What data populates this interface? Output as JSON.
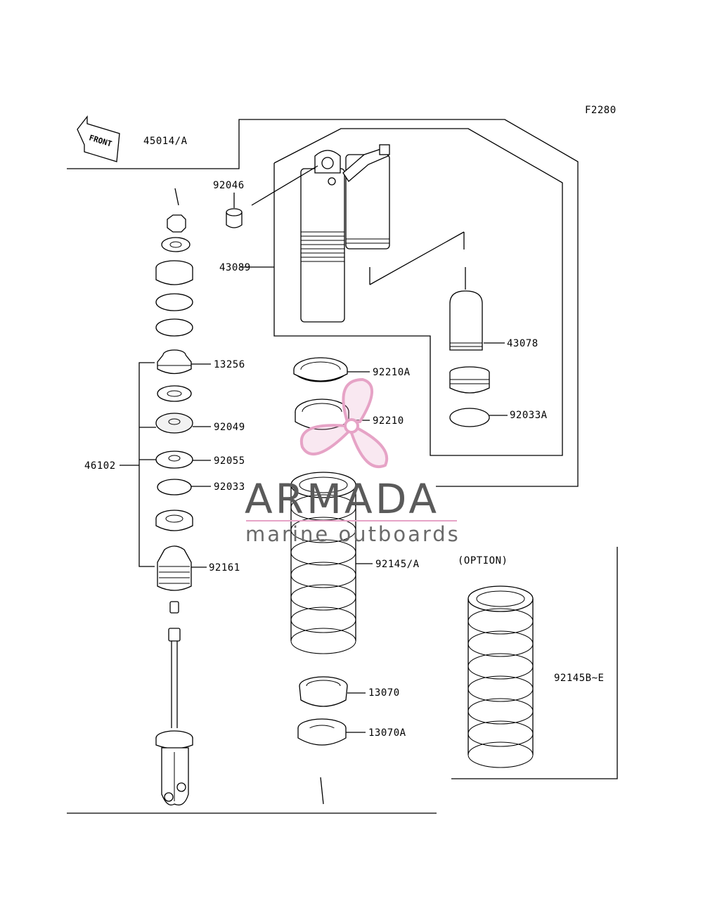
{
  "figure_code": "F2280",
  "front_label": "FRONT",
  "labels": {
    "l45014a": "45014/A",
    "l92046": "92046",
    "l43089": "43089",
    "l43078": "43078",
    "l13256": "13256",
    "l92210a": "92210A",
    "l92210": "92210",
    "l92033a": "92033A",
    "l92049": "92049",
    "l46102": "46102",
    "l92055": "92055",
    "l92033": "92033",
    "l92145a": "92145/A",
    "l92161": "92161",
    "option": "(OPTION)",
    "l92145be": "92145B~E",
    "l13070": "13070",
    "l13070a": "13070A"
  },
  "watermark": {
    "brand": "ARMADA",
    "tagline": "marine outboards",
    "colors": {
      "logo": "#e6a3c6",
      "brand_text": "#5a5a5a",
      "rule": "#e6a3c6"
    }
  }
}
